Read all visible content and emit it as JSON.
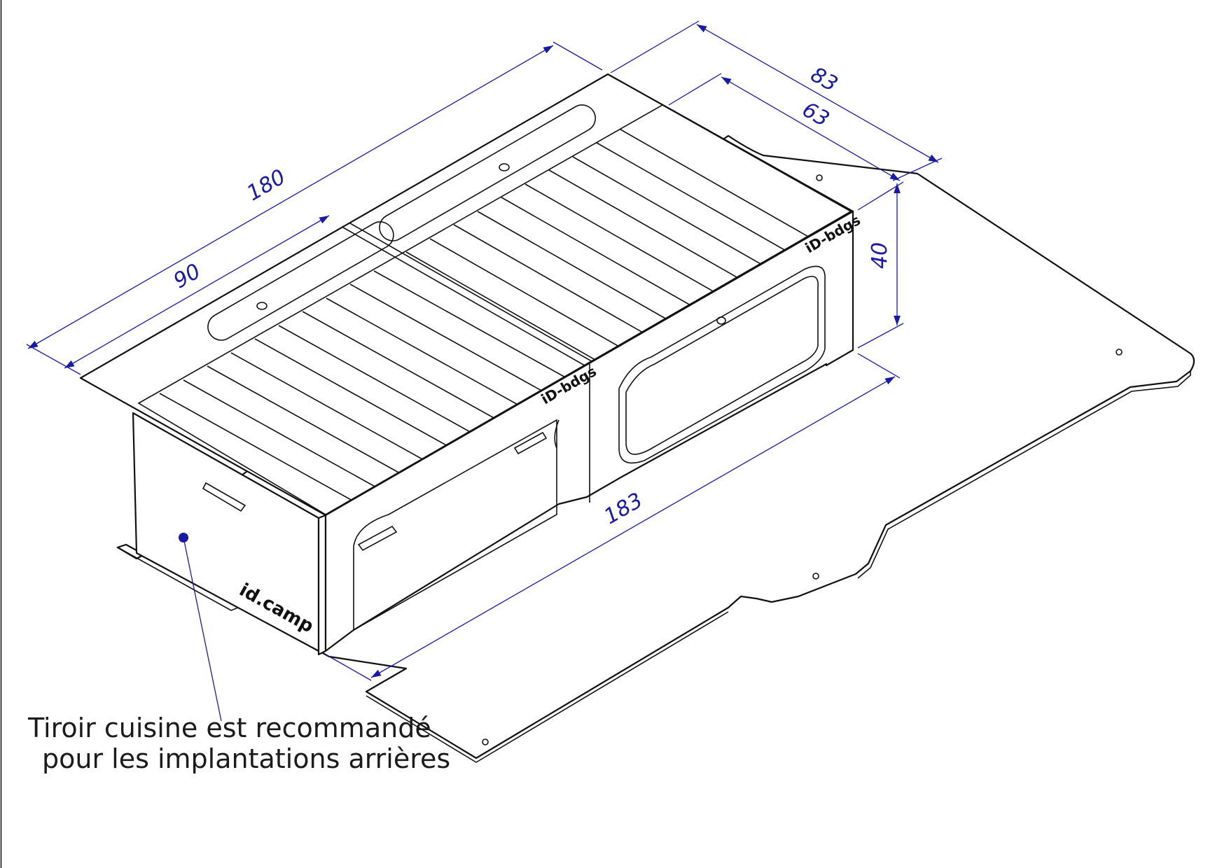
{
  "dimensions": {
    "length_top": "180",
    "length_module": "90",
    "width_total": "83",
    "width_inner": "63",
    "height": "40",
    "length_floor": "183"
  },
  "logos": {
    "brand_front": "id.camp",
    "brand_side": "iD-bdgs"
  },
  "callout": {
    "line1": "Tiroir cuisine est recommandé",
    "line2": "pour les implantations arrières"
  },
  "colors": {
    "dimension_line": "#1a1aa8",
    "callout_dot": "#1a1aa8",
    "drawing_line": "#111111"
  }
}
